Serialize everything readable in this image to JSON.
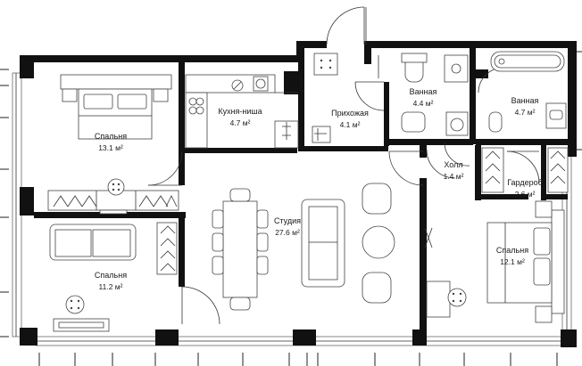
{
  "rooms": [
    {
      "id": "bedroom-top-left",
      "name": "Спальня",
      "area": "13.1 м²"
    },
    {
      "id": "kitchen-niche",
      "name": "Кухня-ниша",
      "area": "4.7 м²"
    },
    {
      "id": "hallway-entry",
      "name": "Прихожая",
      "area": "4.1 м²"
    },
    {
      "id": "bathroom-1",
      "name": "Ванная",
      "area": "4.4 м²"
    },
    {
      "id": "bathroom-2",
      "name": "Ванная",
      "area": "4.7 м²"
    },
    {
      "id": "hall",
      "name": "Холл",
      "area": "1.4 м²"
    },
    {
      "id": "wardrobe",
      "name": "Гардероб",
      "area": "2.6 м²"
    },
    {
      "id": "studio",
      "name": "Студия",
      "area": "27.6 м²"
    },
    {
      "id": "bedroom-bottom-left",
      "name": "Спальня",
      "area": "11.2 м²"
    },
    {
      "id": "bedroom-right",
      "name": "Спальня",
      "area": "12.1 м²"
    }
  ]
}
